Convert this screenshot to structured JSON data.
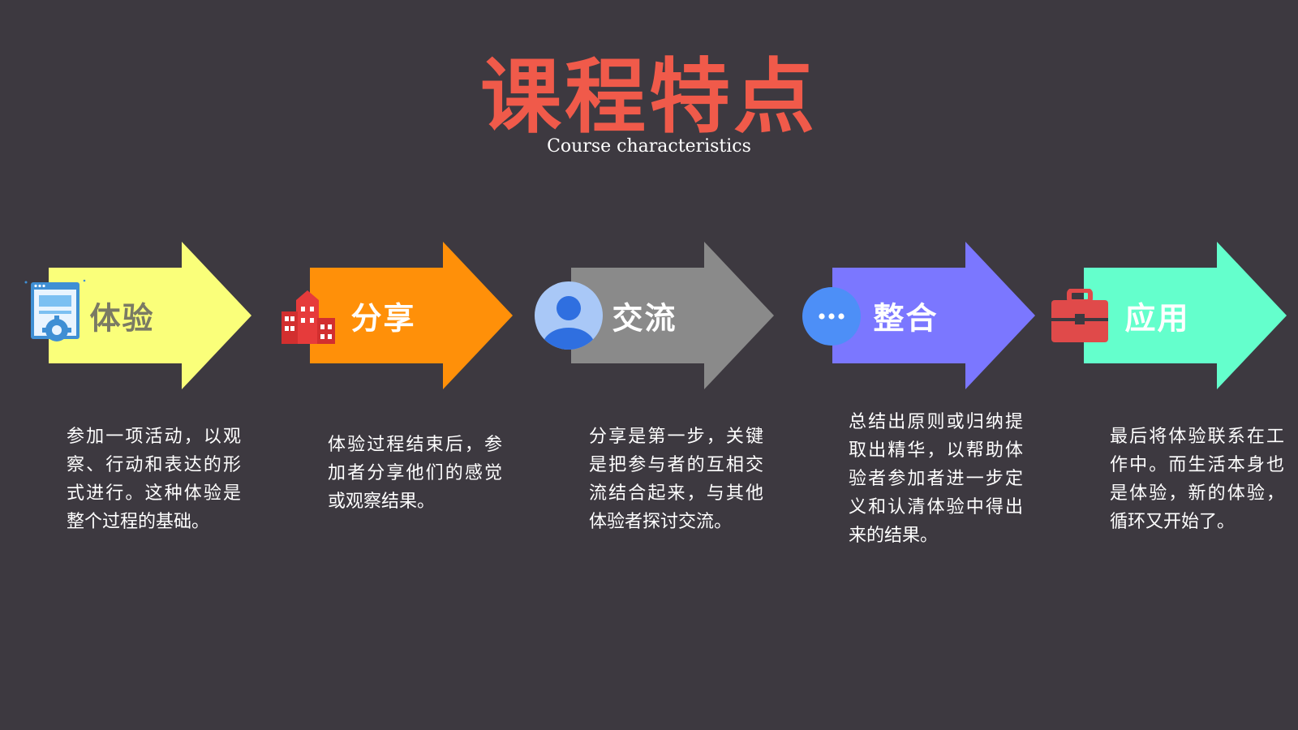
{
  "colors": {
    "background": "#3d3940",
    "title": "#f05a4a",
    "step1_fill": "#faff7a",
    "step2_fill": "#ff9009",
    "step3_fill": "#8a8a8a",
    "step4_fill": "#7b77ff",
    "step5_fill": "#64ffcc",
    "step1_text": "#7a7a64",
    "light_text": "#ffffff"
  },
  "header": {
    "title": "课程特点",
    "subtitle": "Course characteristics"
  },
  "steps": [
    {
      "label": "体验",
      "icon": "browser-settings-icon",
      "description": "参加一项活动，以观察、行动和表达的形式进行。这种体验是整个过程的基础。"
    },
    {
      "label": "分享",
      "icon": "building-icon",
      "description": "体验过程结束后，参加者分享他们的感觉或观察结果。"
    },
    {
      "label": "交流",
      "icon": "user-avatar-icon",
      "description": "分享是第一步，关键是把参与者的互相交流结合起来，与其他体验者探讨交流。"
    },
    {
      "label": "整合",
      "icon": "chat-bubble-icon",
      "description": "总结出原则或归纳提取出精华，以帮助体验者参加者进一步定义和认清体验中得出来的结果。"
    },
    {
      "label": "应用",
      "icon": "briefcase-icon",
      "description": "最后将体验联系在工作中。而生活本身也是体验，新的体验，循环又开始了。"
    }
  ]
}
